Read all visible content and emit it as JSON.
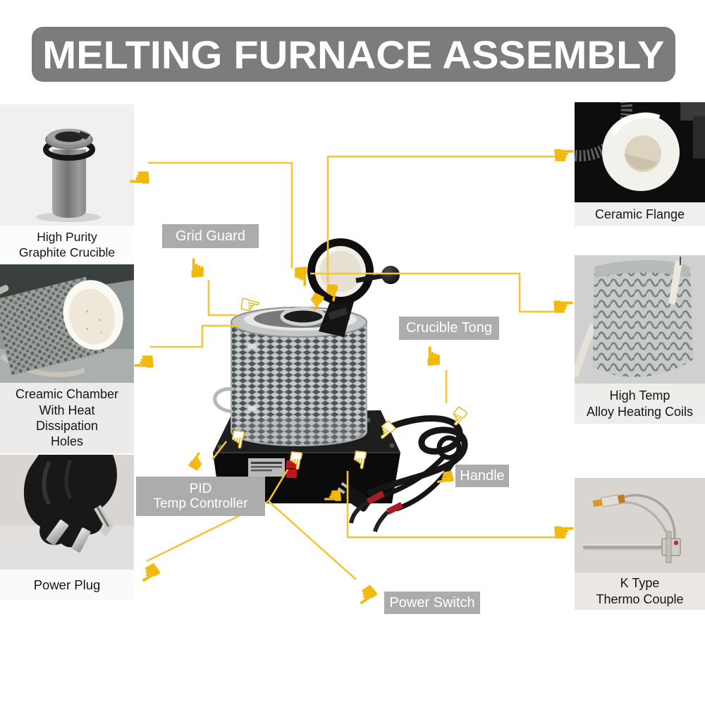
{
  "title": {
    "text": "MELTING FURNACE ASSEMBLY"
  },
  "colors": {
    "banner_bg": "#7c7c7c",
    "callout_bg": "#acacac",
    "connector_yellow": "#F3C636",
    "hand_yellow": "#F2B90D"
  },
  "parts": {
    "left": [
      {
        "lines": [
          "High Purity",
          "Graphite Crucible"
        ]
      },
      {
        "lines": [
          "Creamic Chamber",
          "With Heat",
          "Dissipation",
          "Holes"
        ]
      },
      {
        "lines": [
          "Power Plug"
        ]
      }
    ],
    "right": [
      {
        "lines": [
          "Ceramic Flange"
        ]
      },
      {
        "lines": [
          "High Temp",
          "Alloy Heating Coils"
        ]
      },
      {
        "lines": [
          "K Type",
          "Thermo Couple"
        ]
      }
    ]
  },
  "callouts": {
    "grid_guard": {
      "label": "Grid Guard"
    },
    "crucible_tong": {
      "label": "Crucible Tong"
    },
    "handle": {
      "label": "Handle"
    },
    "pid": {
      "lines": [
        "PID",
        "Temp Controller"
      ]
    },
    "power_switch": {
      "label": "Power Switch"
    }
  },
  "icons": {
    "hand_glyph": "☛"
  }
}
